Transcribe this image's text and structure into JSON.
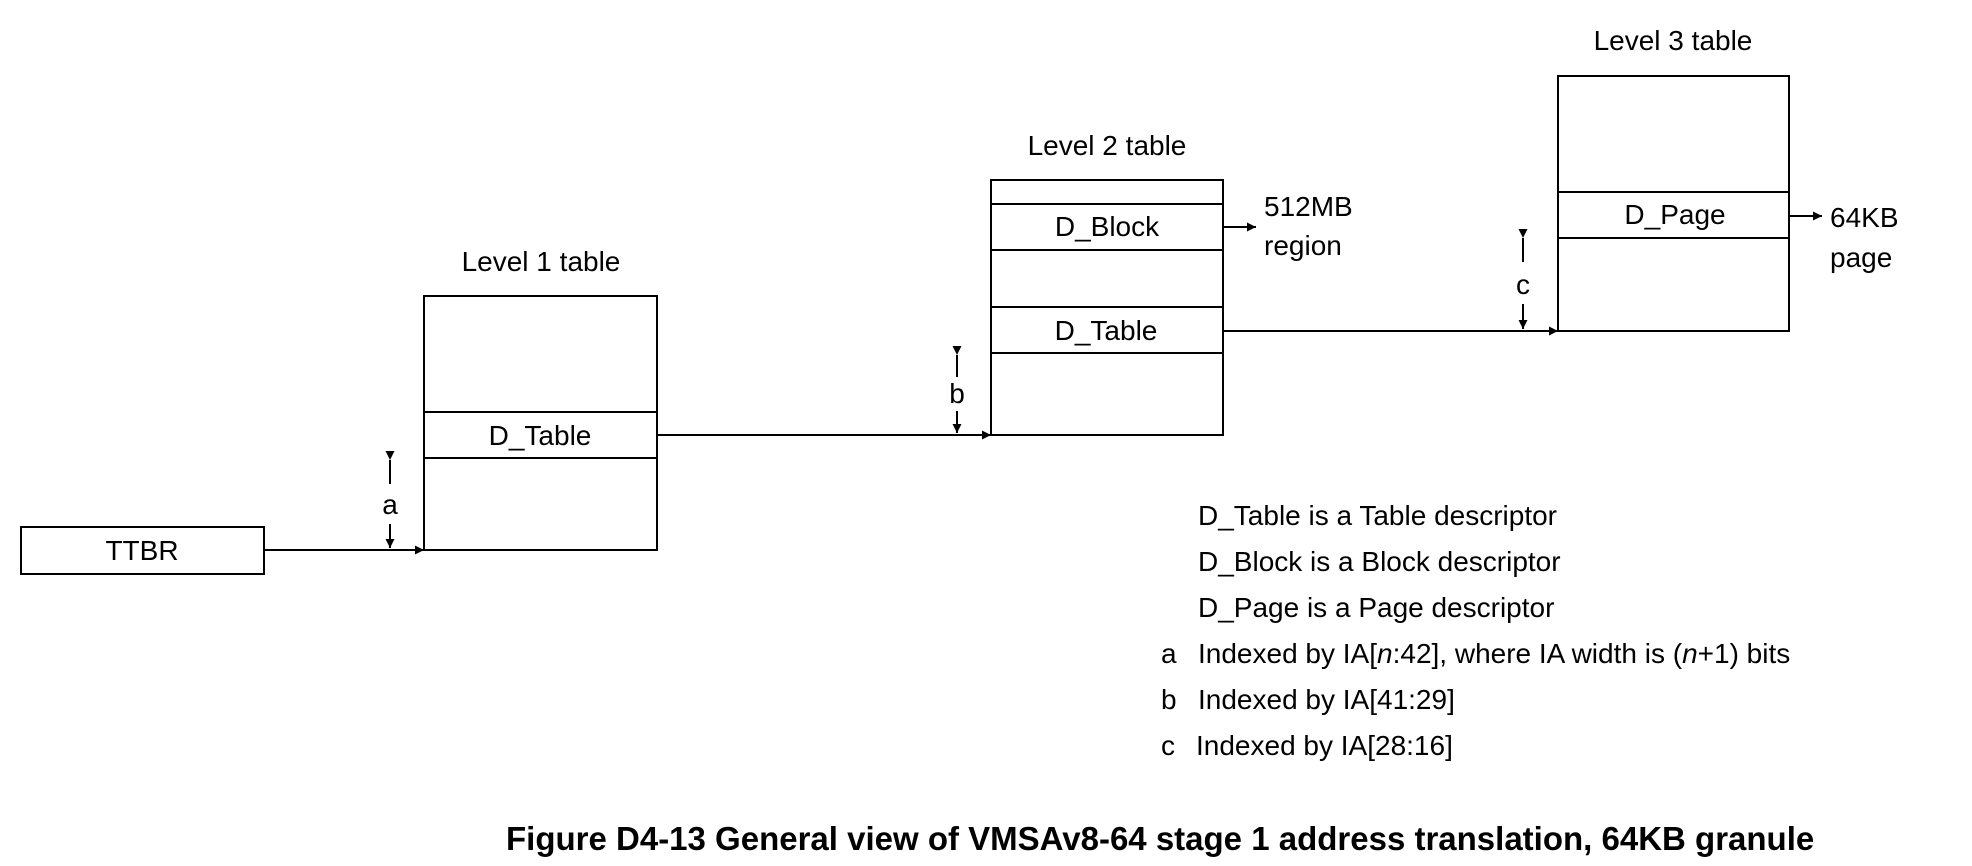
{
  "ttbr": {
    "label": "TTBR"
  },
  "level1": {
    "title": "Level 1 table",
    "entry": "D_Table",
    "index_label": "a"
  },
  "level2": {
    "title": "Level 2 table",
    "entry_block": "D_Block",
    "entry_table": "D_Table",
    "index_label": "b",
    "block_output": [
      "512MB",
      "region"
    ]
  },
  "level3": {
    "title": "Level 3 table",
    "entry": "D_Page",
    "index_label": "c",
    "page_output": [
      "64KB",
      "page"
    ]
  },
  "legend": [
    {
      "key": "",
      "text": "D_Table is a Table descriptor"
    },
    {
      "key": "",
      "text": "D_Block is a Block descriptor"
    },
    {
      "key": "",
      "text": "D_Page is a Page descriptor"
    },
    {
      "key": "a",
      "text": "Indexed by IA[n:42], where IA width is (n+1) bits"
    },
    {
      "key": "b",
      "text": "Indexed by IA[41:29]"
    },
    {
      "key": "c",
      "text": "Indexed by IA[28:16]"
    }
  ],
  "caption": "Figure D4-13 General view of VMSAv8-64 stage 1 address translation, 64KB granule"
}
